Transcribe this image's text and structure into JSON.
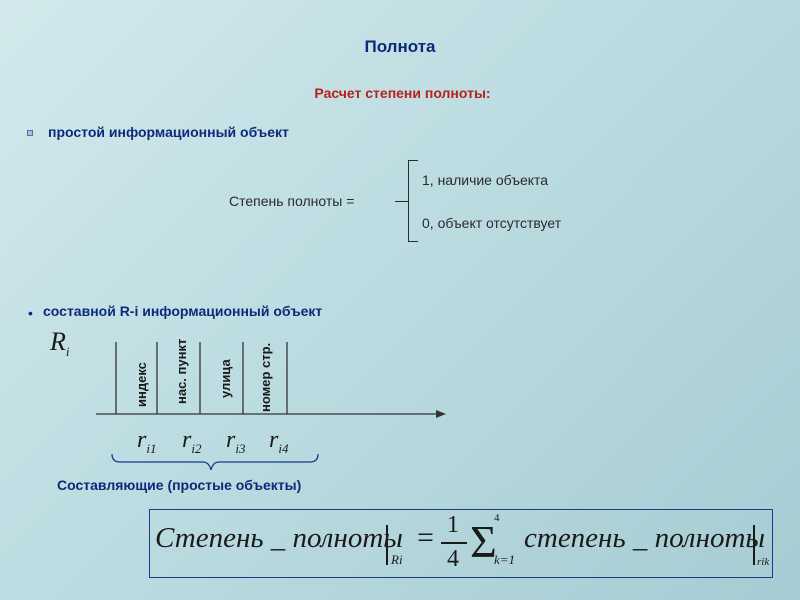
{
  "title": "Полнота",
  "subtitle": "Расчет  степени полноты:",
  "bullet1": "простой информационный объект",
  "formula_left": "Степень полноты =",
  "option1": "1, наличие объекта",
  "option2": "0, объект отсутствует",
  "bullet2_dot": "•",
  "bullet2": "составной R-i информационный объект",
  "diagram": {
    "ri": {
      "base": "R",
      "sub": "i"
    },
    "vertical_labels": [
      "индекс",
      "нас. пункт",
      "улица",
      "номер стр."
    ],
    "components": [
      {
        "base": "r",
        "sub": "i1"
      },
      {
        "base": "r",
        "sub": "i2"
      },
      {
        "base": "r",
        "sub": "i3"
      },
      {
        "base": "r",
        "sub": "i4"
      }
    ]
  },
  "components_caption": "Составляющие (простые объекты)",
  "formula": {
    "lhs": "Степень _ полноты",
    "lhs_sub": "Ri",
    "eq": "=",
    "frac_num": "1",
    "frac_den": "4",
    "sum_top": "4",
    "sum_bottom": "k=1",
    "rhs": "степень _ полноты",
    "rhs_sub": "rik"
  },
  "colors": {
    "heading": "#0d2a7a",
    "accent": "#b8201c",
    "box_border": "#1a3a8a"
  }
}
